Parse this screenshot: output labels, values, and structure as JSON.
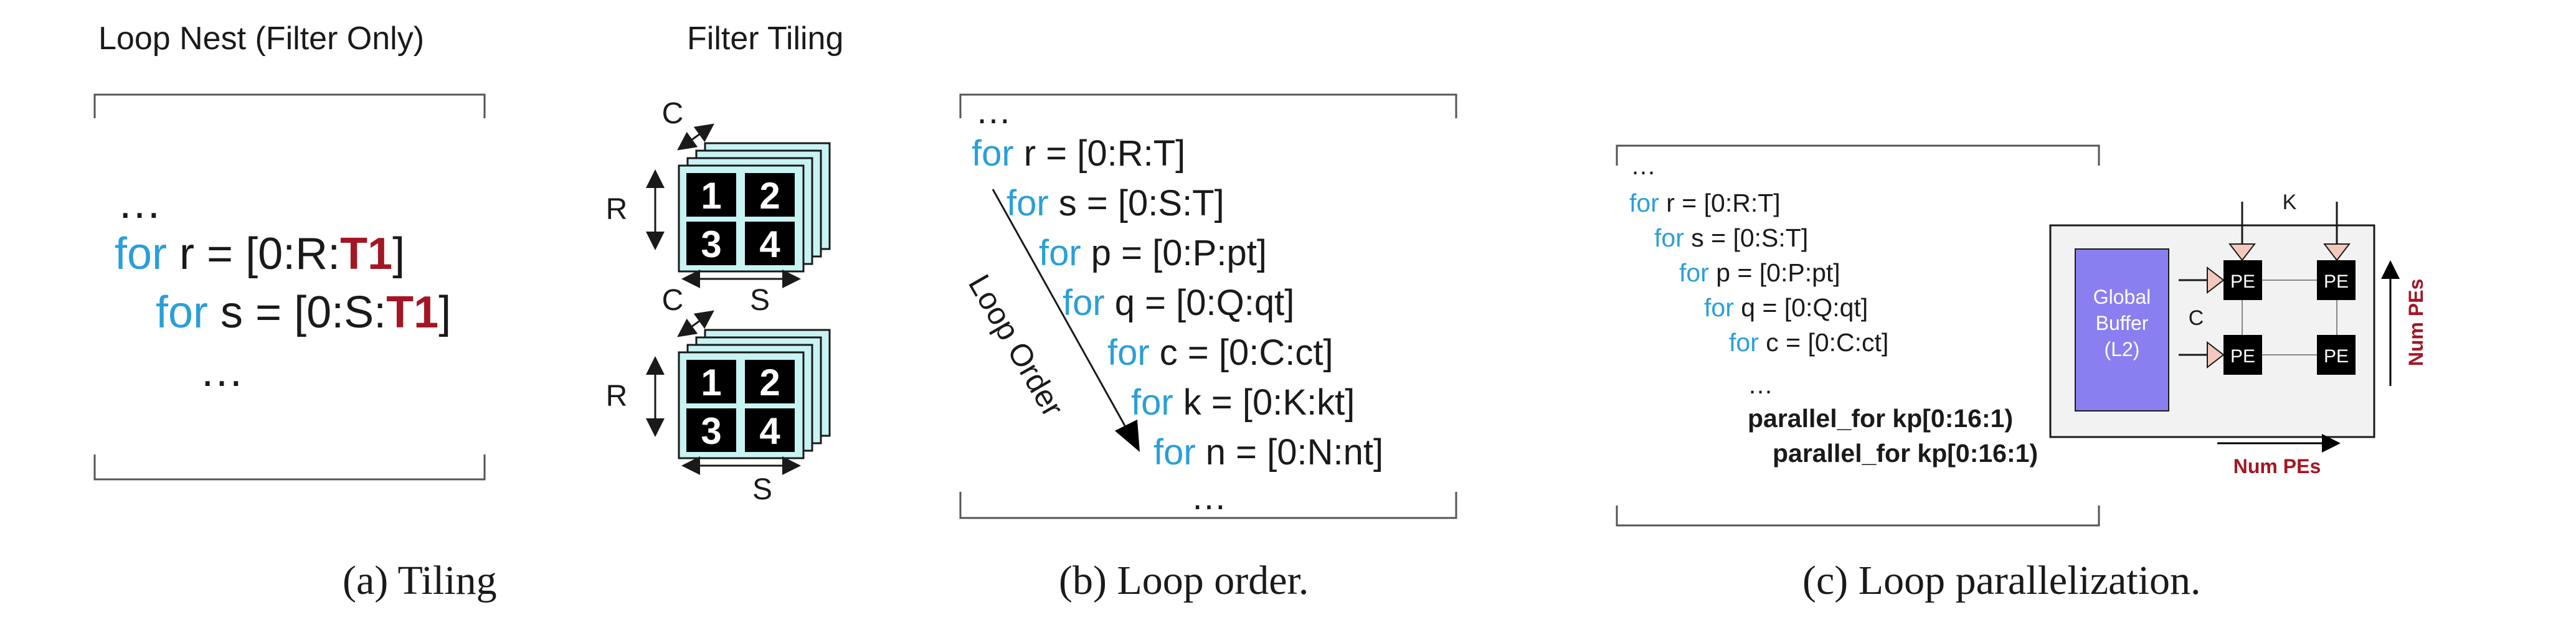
{
  "panel_a": {
    "header": "Loop Nest (Filter Only)",
    "ellipsis_top": "…",
    "line1": {
      "kw": "for",
      "pre": " r = [0:R:",
      "tile": "T1",
      "post": "]"
    },
    "line2": {
      "kw": "for",
      "pre": " s = [0:S:",
      "tile": "T1",
      "post": "]"
    },
    "ellipsis_bottom": "…",
    "caption": "(a) Tiling"
  },
  "panel_tiling": {
    "header": "Filter Tiling",
    "tiles": [
      "1",
      "2",
      "3",
      "4"
    ],
    "dim_c": "C",
    "dim_r": "R",
    "dim_s": "S"
  },
  "panel_b": {
    "ellipsis_top": "…",
    "lines": [
      {
        "kw": "for",
        "rest": " r = [0:R:T]"
      },
      {
        "kw": "for",
        "rest": " s = [0:S:T]"
      },
      {
        "kw": "for",
        "rest": " p = [0:P:pt]"
      },
      {
        "kw": "for",
        "rest": " q = [0:Q:qt]"
      },
      {
        "kw": "for",
        "rest": " c = [0:C:ct]"
      },
      {
        "kw": "for",
        "rest": " k = [0:K:kt]"
      },
      {
        "kw": "for",
        "rest": " n = [0:N:nt]"
      }
    ],
    "ellipsis_bottom": "…",
    "arrow_label": "Loop Order",
    "caption": "(b) Loop order."
  },
  "panel_c": {
    "ellipsis_top": "…",
    "lines": [
      {
        "kw": "for",
        "rest": " r = [0:R:T]"
      },
      {
        "kw": "for",
        "rest": " s = [0:S:T]"
      },
      {
        "kw": "for",
        "rest": " p = [0:P:pt]"
      },
      {
        "kw": "for",
        "rest": " q = [0:Q:qt]"
      },
      {
        "kw": "for",
        "rest": " c = [0:C:ct]"
      }
    ],
    "ellipsis_mid": "…",
    "parallel1": "parallel_for kp[0:16:1)",
    "parallel2": "parallel_for kp[0:16:1)",
    "buffer_label": [
      "Global",
      "Buffer",
      "(L2)"
    ],
    "pe_label": "PE",
    "label_k": "K",
    "label_c": "C",
    "num_pes_vertical": "Num PEs",
    "num_pes_horizontal": "Num PEs",
    "caption": "(c) Loop parallelization."
  },
  "colors": {
    "keyword": "#2a9fd8",
    "highlight": "#a31624",
    "tile_front": "#c8f3f3",
    "tile_square": "#000000",
    "buffer": "#8a7ff0",
    "pe": "#000000",
    "arrow_fill": "#f4c9bd"
  }
}
